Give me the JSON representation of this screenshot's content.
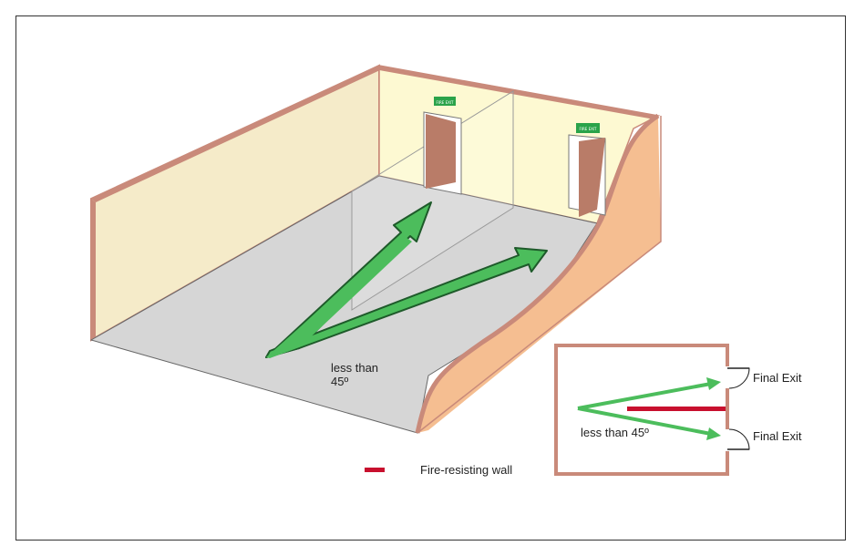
{
  "room": {
    "angle_label_line1": "less than",
    "angle_label_line2": "45º",
    "exit_sign_text": "FIRE EXIT"
  },
  "inset_plan": {
    "exit_top_label": "Final Exit",
    "exit_bottom_label": "Final Exit",
    "angle_label": "less than 45º"
  },
  "legend": {
    "label": "Fire-resisting wall",
    "color": "#c8102e"
  },
  "colors": {
    "wall_beige": "#f5ebc9",
    "wall_yellow": "#fdf9d2",
    "wall_cut": "#f5be91",
    "wall_edge": "#c98a7a",
    "floor": "#d6d6d6",
    "door": "#b97c68",
    "arrow": "#4cbd5c",
    "arrow_outline": "#1e5a2a",
    "sign": "#2aa34a"
  }
}
